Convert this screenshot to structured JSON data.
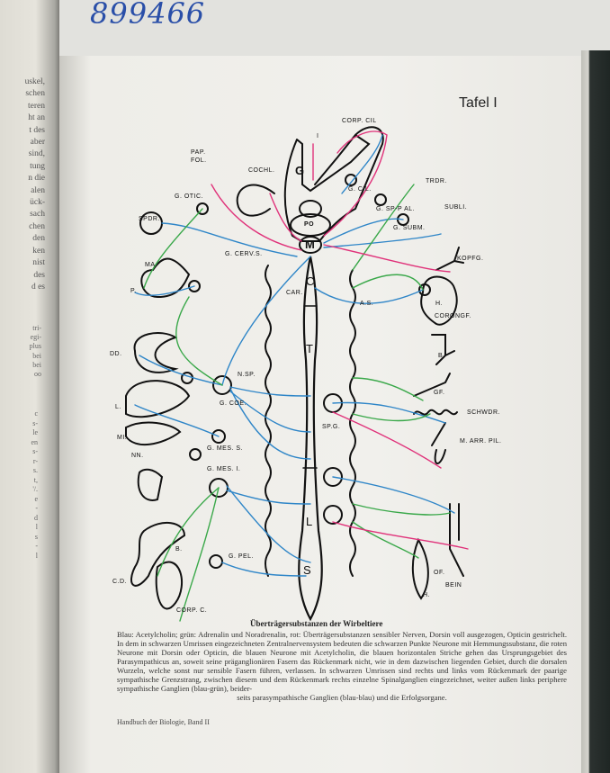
{
  "handwritten_number": "899466",
  "left_page": {
    "lines_a": [
      "uskel,",
      "schen",
      "teren",
      "ht an",
      "t des",
      "aber",
      "sind,",
      "tung",
      "n die",
      "alen",
      "ück-",
      "sach",
      "chen",
      "den",
      "ken",
      "nist",
      "des",
      "d es"
    ],
    "lines_b": [
      "tri-",
      "egi-",
      "plus",
      "bei",
      "bei",
      "oo"
    ],
    "lines_c": [
      "c",
      "s-",
      "le",
      "en",
      "s-",
      "r-",
      "s.",
      "t,",
      "'/.",
      "e",
      "-",
      "d",
      "l",
      "s",
      "-",
      "l"
    ]
  },
  "plate_title": "Tafel I",
  "diagram_labels": {
    "corp_cil": "CORP. CIL",
    "pap_fol": "PAP.",
    "pap_fol2": "FOL.",
    "cochl": "COCHL.",
    "g_otic": "G. OTIC.",
    "spdr": "SPDR.",
    "trdr": "TRDR.",
    "subli": "SUBLI.",
    "g_cil": "G. CIL.",
    "g_sp_pal": "G. SP-P AL.",
    "g_subm": "G. SUBM.",
    "g": "G",
    "po": "PO",
    "m": "M",
    "roman_i": "I",
    "g_cerv_s": "G. CERV.S.",
    "kopfg": "KOPFG.",
    "ma": "MA.",
    "p": "P.",
    "car": "CAR.",
    "a_s": "A.S.",
    "h": "H.",
    "corongf": "CORONGF.",
    "dd": "DD.",
    "b_right": "B.",
    "n_sp": "N.SP.",
    "g_coe": "G. COE.",
    "gf": "GF.",
    "l_left": "L.",
    "schwdr": "SCHWDR.",
    "sp_g": "SP.G.",
    "mi": "MI.",
    "m_arr_pil": "M. ARR. PIL.",
    "g_mes_s": "G. MES. S.",
    "nn": "NN.",
    "g_mes_i": "G. MES. I.",
    "t": "T",
    "c": "C",
    "l": "L",
    "s": "S",
    "b_left": "B.",
    "g_pel": "G. PEL.",
    "c_d": "C.D.",
    "of": "OF.",
    "bein": "BEIN",
    "h2": "H.",
    "corp_c": "CORP. C."
  },
  "colors": {
    "blue": "#2f86c8",
    "green": "#3aa84a",
    "red": "#e0327a",
    "ink": "#111111"
  },
  "caption": {
    "title": "Überträgersubstanzen der Wirbeltiere",
    "body": "Blau: Acetylcholin; grün: Adrenalin und Noradrenalin, rot: Überträgersubstanzen sensibler Nerven, Dorsin voll ausgezogen, Opticin gestrichelt. In dem in schwarzen Umrissen eingezeichneten Zentralnervensystem bedeuten die schwarzen Punkte Neurone mit Hemmungssubstanz, die roten Neurone mit Dorsin oder Opticin, die blauen Neurone mit Acetylcholin, die blauen horizontalen Striche gehen das Ursprungsgebiet des Parasympathicus an, soweit seine präganglionären Fasern das Rückenmark nicht, wie in dem dazwischen liegenden Gebiet, durch die dorsalen Wurzeln, welche sonst nur sensible Fasern führen, verlassen. In schwarzen Umrissen sind rechts und links vom Rückenmark der paarige sympathische Grenzstrang, zwischen diesem und dem Rückenmark rechts einzelne Spinalganglien eingezeichnet, weiter außen links periphere sympathische Ganglien (blau-grün), beider-",
    "last_line": "seits parasympathische Ganglien (blau-blau) und die Erfolgsorgane."
  },
  "footer": "Handbuch der Biologie, Band II"
}
